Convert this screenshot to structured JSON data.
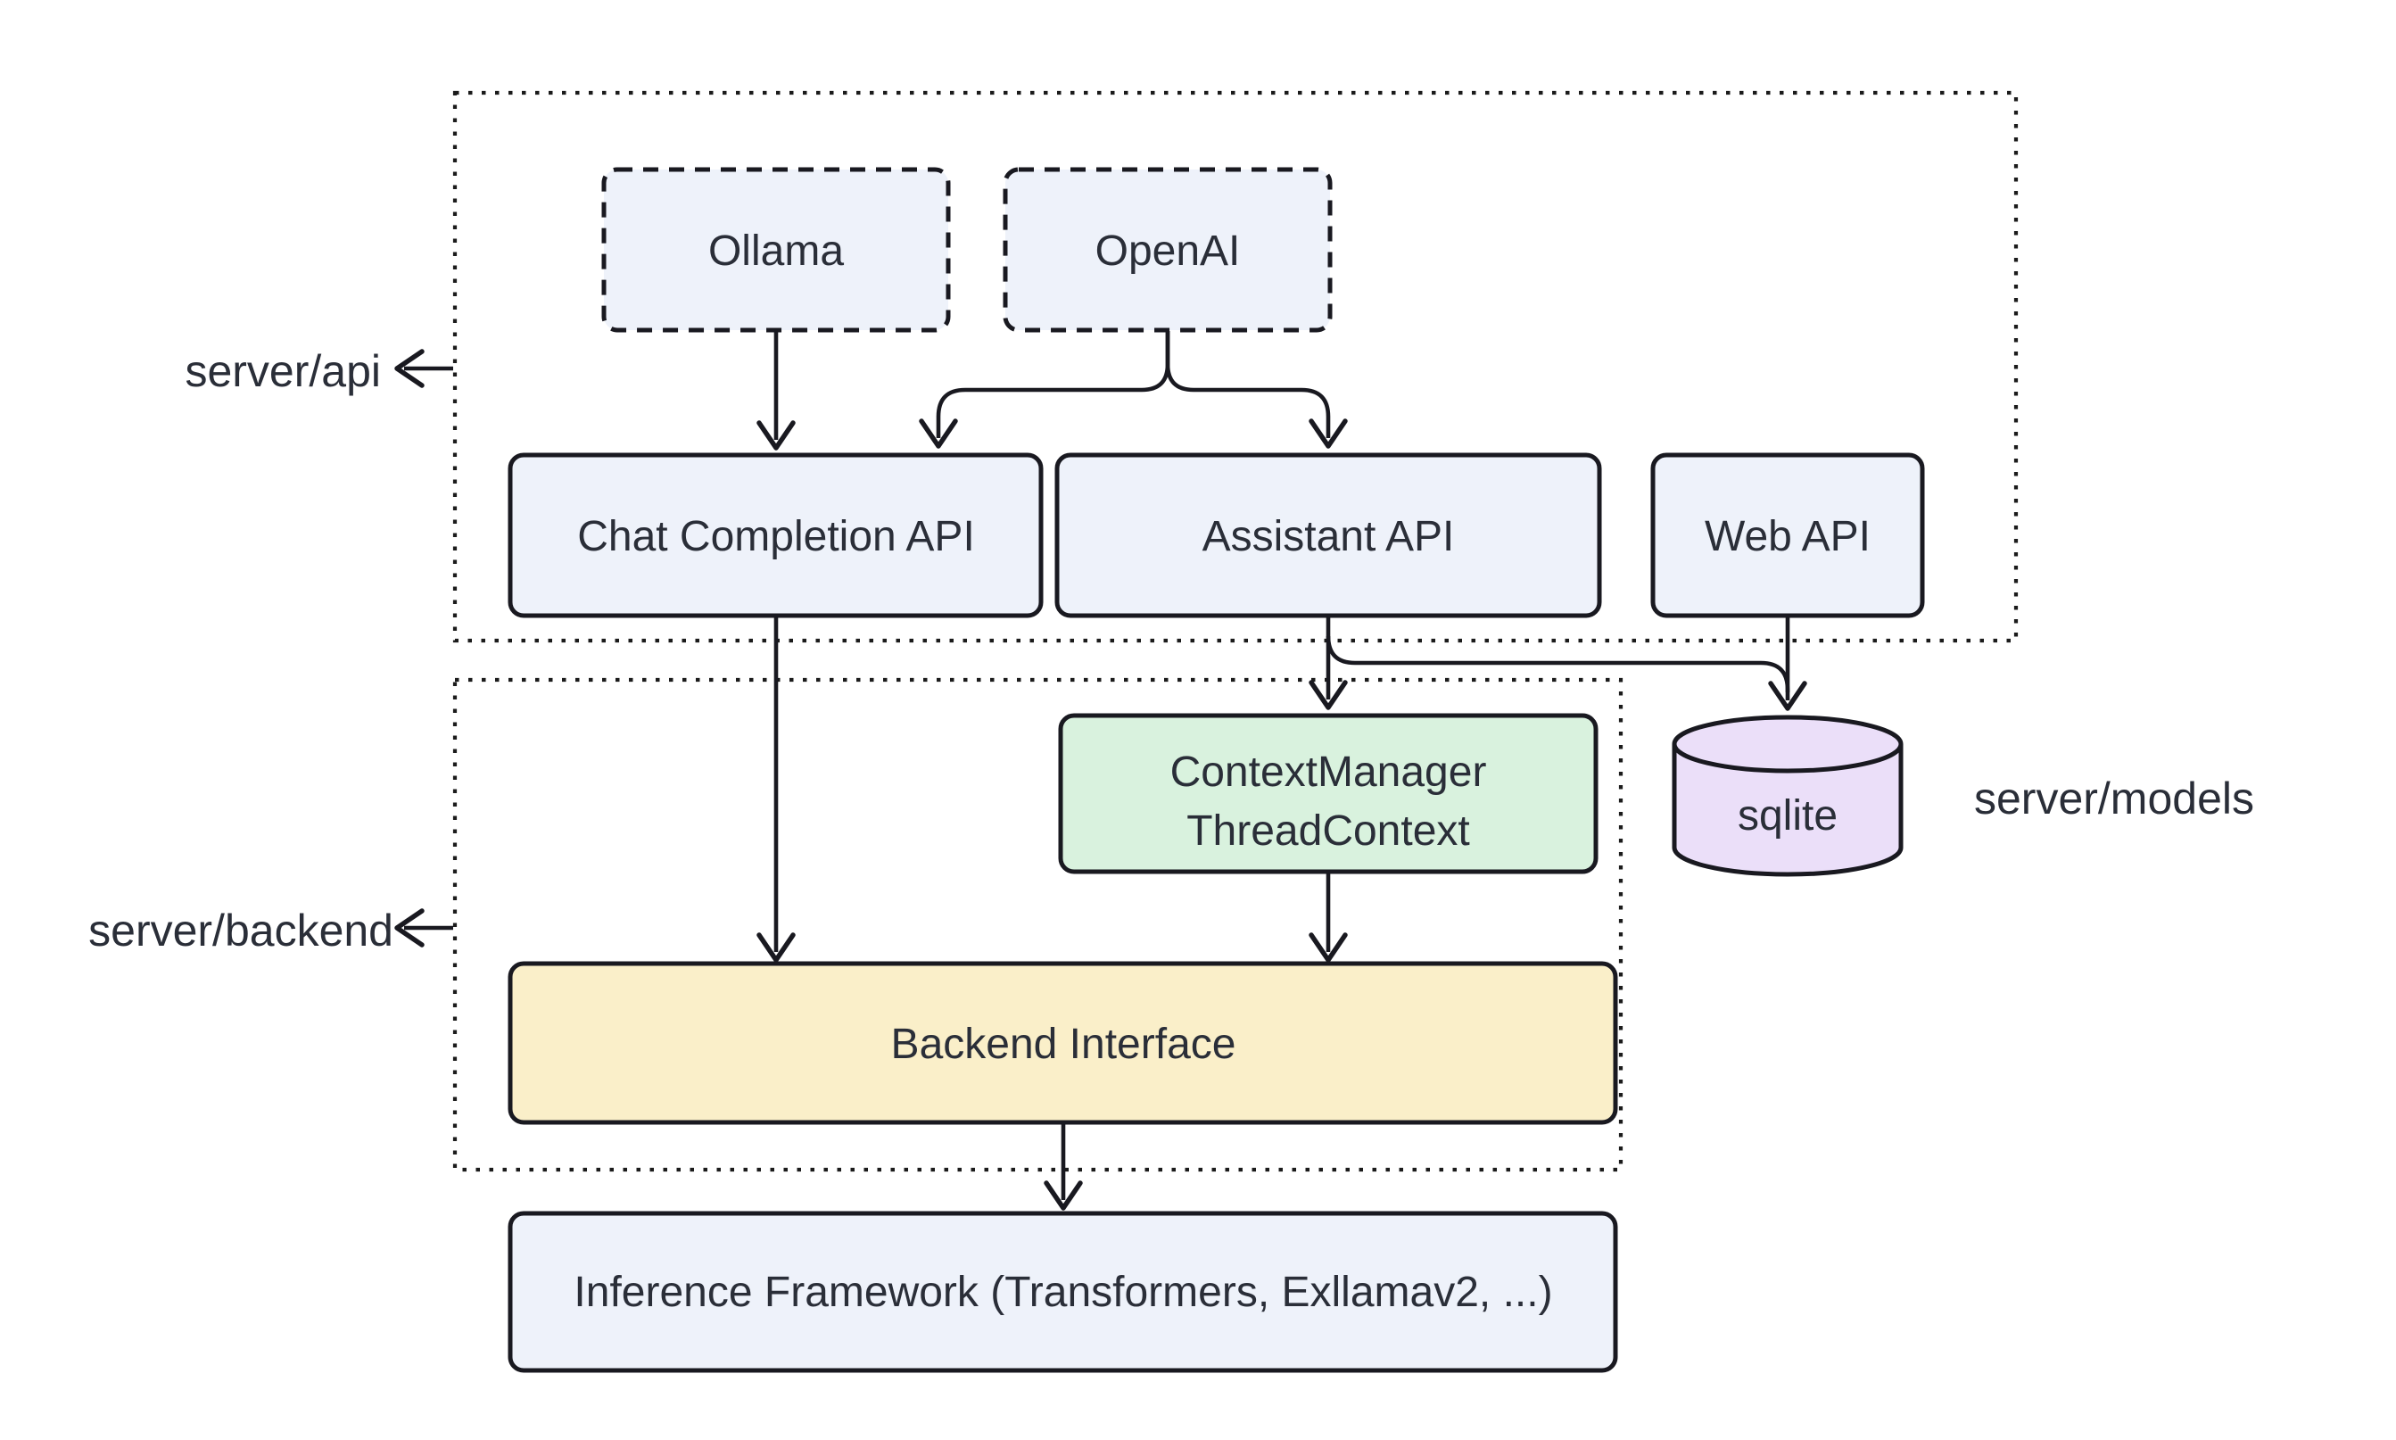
{
  "diagram": {
    "containers": {
      "api": {
        "label": "server/api"
      },
      "backend": {
        "label": "server/backend"
      }
    },
    "side_labels": {
      "models": {
        "label": "server/models"
      }
    },
    "nodes": {
      "ollama": {
        "label": "Ollama"
      },
      "openai": {
        "label": "OpenAI"
      },
      "chat_completion_api": {
        "label": "Chat Completion API"
      },
      "assistant_api": {
        "label": "Assistant API"
      },
      "web_api": {
        "label": "Web API"
      },
      "context_manager": {
        "label_line1": "ContextManager",
        "label_line2": "ThreadContext"
      },
      "sqlite": {
        "label": "sqlite"
      },
      "backend_interface": {
        "label": "Backend Interface"
      },
      "inference_framework": {
        "label": "Inference Framework (Transformers, Exllamav2, ...)"
      }
    },
    "edges": [
      {
        "from": "Ollama",
        "to": "Chat Completion API"
      },
      {
        "from": "OpenAI",
        "to": "Chat Completion API"
      },
      {
        "from": "OpenAI",
        "to": "Assistant API"
      },
      {
        "from": "Chat Completion API",
        "to": "Backend Interface"
      },
      {
        "from": "Assistant API",
        "to": "ContextManager ThreadContext"
      },
      {
        "from": "Assistant API",
        "to": "sqlite"
      },
      {
        "from": "Web API",
        "to": "sqlite"
      },
      {
        "from": "ContextManager ThreadContext",
        "to": "Backend Interface"
      },
      {
        "from": "Backend Interface",
        "to": "Inference Framework (Transformers, Exllamav2, ...)"
      }
    ],
    "colors": {
      "node_blue": "#EEF2FA",
      "node_green": "#D9F2DE",
      "node_yellow": "#FAEFC9",
      "node_purple": "#EBDFF9",
      "stroke": "#191920",
      "text": "#2A2E38",
      "background": "#FFFFFF"
    }
  }
}
